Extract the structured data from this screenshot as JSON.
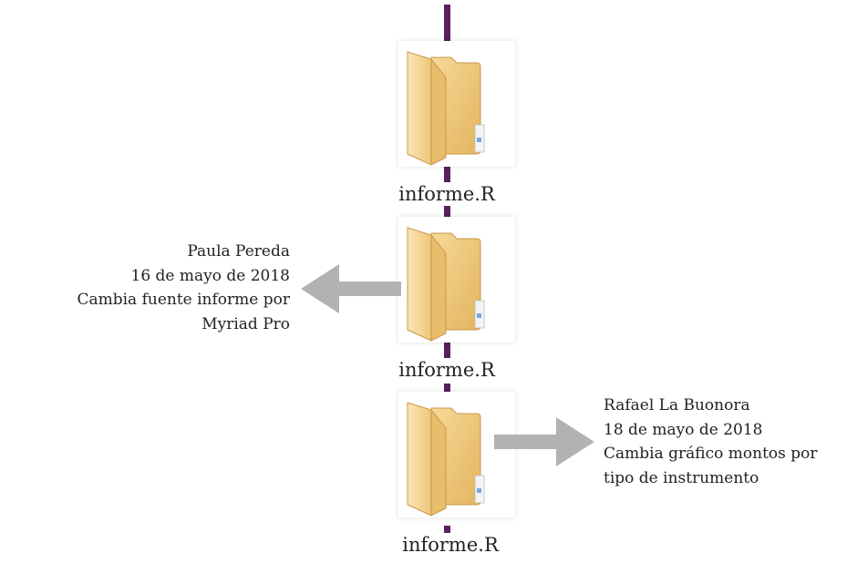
{
  "versions": [
    {
      "label": "informe.R"
    },
    {
      "label": "informe.R"
    },
    {
      "label": "informe.R"
    }
  ],
  "notes": [
    {
      "author": "Paula Pereda",
      "date": "16 de mayo de 2018",
      "change_line1": "Cambia fuente informe por",
      "change_line2": "Myriad Pro",
      "arrow_direction": "left"
    },
    {
      "author": "Rafael La Buonora",
      "date": "18 de mayo de 2018",
      "change_line1": "Cambia gráfico montos por",
      "change_line2": "tipo de instrumento",
      "arrow_direction": "right"
    }
  ],
  "colors": {
    "timeline": "#5a1f5e",
    "arrow": "#b2b2b2",
    "folder": "#f1cf85"
  },
  "icons": [
    "folder-icon",
    "arrow-left-icon",
    "arrow-right-icon"
  ]
}
